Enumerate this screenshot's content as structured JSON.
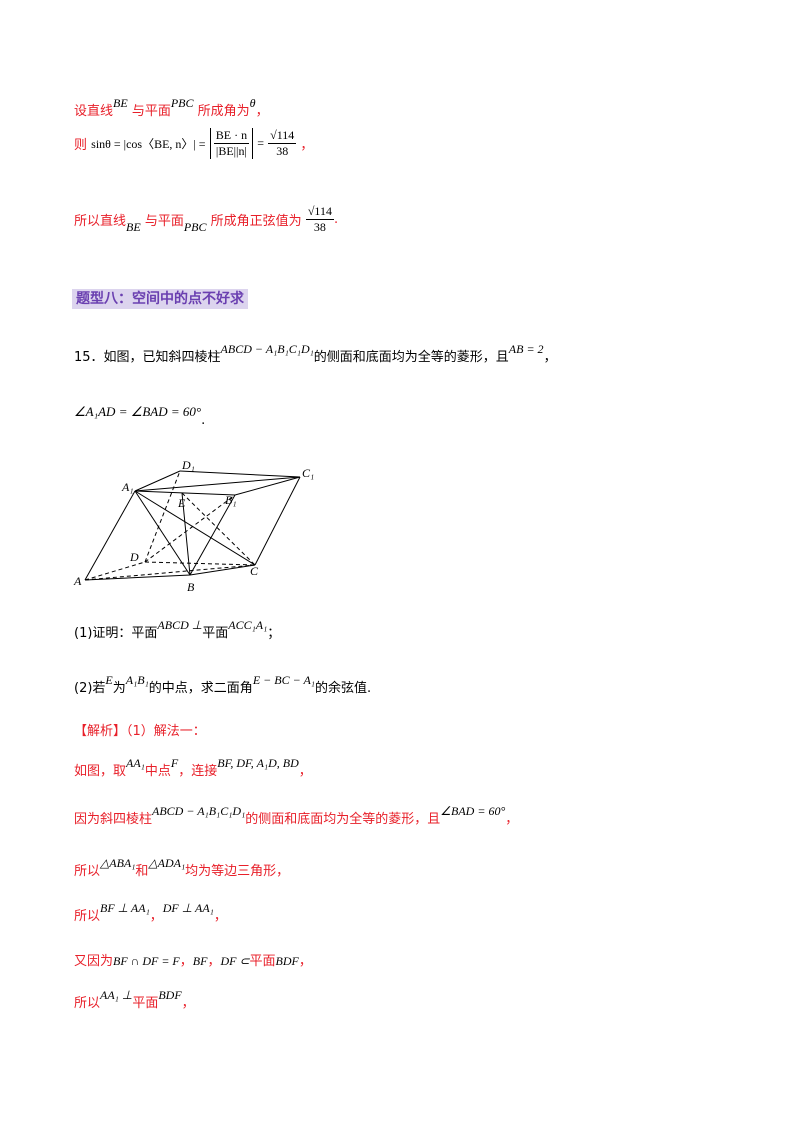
{
  "intro": {
    "l1_a": "设直线",
    "l1_be": "BE",
    "l1_b": "与平面",
    "l1_pbc": "PBC",
    "l1_c": "所成角为",
    "l1_theta": "θ",
    "l1_d": "，",
    "l2_a": "则",
    "l2_lhs": "sinθ = |cos〈BE, n〉| =",
    "l2_num": "BE · n",
    "l2_den": "|BE||n|",
    "l2_eq": "=",
    "l2_rnum": "√114",
    "l2_rden": "38",
    "l2_end": "，",
    "l3_a": "所以直线",
    "l3_be": "BE",
    "l3_b": "与平面",
    "l3_pbc": "PBC",
    "l3_c": "所成角正弦值为",
    "l3_num": "√114",
    "l3_den": "38",
    "l3_end": "."
  },
  "section_title": "题型八：空间中的点不好求",
  "problem": {
    "p1_a": "15．如图，已知斜四棱柱",
    "p1_prism": "ABCD − A₁B₁C₁D₁",
    "p1_b": "的侧面和底面均为全等的菱形，且",
    "p1_ab": "AB = 2",
    "p1_c": "，",
    "p2_angle": "∠A₁AD = ∠BAD = 60°",
    "p2_end": ".",
    "q1_a": "(1)证明：平面",
    "q1_abcd": "ABCD ⊥",
    "q1_b": "平面",
    "q1_acc": "ACC₁A₁",
    "q1_end": "；",
    "q2_a": "(2)若",
    "q2_e": "E",
    "q2_b": "为",
    "q2_a1b1": "A₁B₁",
    "q2_c": "的中点，求二面角",
    "q2_angle": "E − BC − A₁",
    "q2_d": "的余弦值."
  },
  "figure_labels": [
    "D₁",
    "C₁",
    "A₁",
    "E",
    "B₁",
    "D",
    "C",
    "A",
    "B"
  ],
  "solution": {
    "s1_a": "【解析】（1）解法一：",
    "s2_a": "如图，取",
    "s2_aa1": "AA₁",
    "s2_b": "中点",
    "s2_f": "F",
    "s2_c": "，连接",
    "s2_list": "BF, DF, A₁D, BD",
    "s2_end": "，",
    "s3_a": "因为斜四棱柱",
    "s3_prism": "ABCD − A₁B₁C₁D₁",
    "s3_b": "的侧面和底面均为全等的菱形，且",
    "s3_angle": "∠BAD = 60°",
    "s3_end": "，",
    "s4_a": "所以",
    "s4_t1": "△ABA₁",
    "s4_b": "和",
    "s4_t2": "△ADA₁",
    "s4_c": "均为等边三角形，",
    "s5_a": "所以",
    "s5_f1": "BF ⊥ AA₁",
    "s5_sep": "，",
    "s5_f2": "DF ⊥ AA₁",
    "s5_end": "，",
    "s6_a": "又因为",
    "s6_f1": "BF ∩ DF = F",
    "s6_sep": "，",
    "s6_bf": "BF",
    "s6_sep2": "，",
    "s6_df": "DF ⊂",
    "s6_b": "平面",
    "s6_bdf": "BDF",
    "s6_end": "，",
    "s7_a": "所以",
    "s7_aa1": "AA₁ ⊥",
    "s7_b": "平面",
    "s7_bdf": "BDF",
    "s7_end": "，"
  },
  "colors": {
    "solution_text": "#e8202a",
    "section_title": "#6a3fb0",
    "section_bg": "#dcd4ee"
  }
}
